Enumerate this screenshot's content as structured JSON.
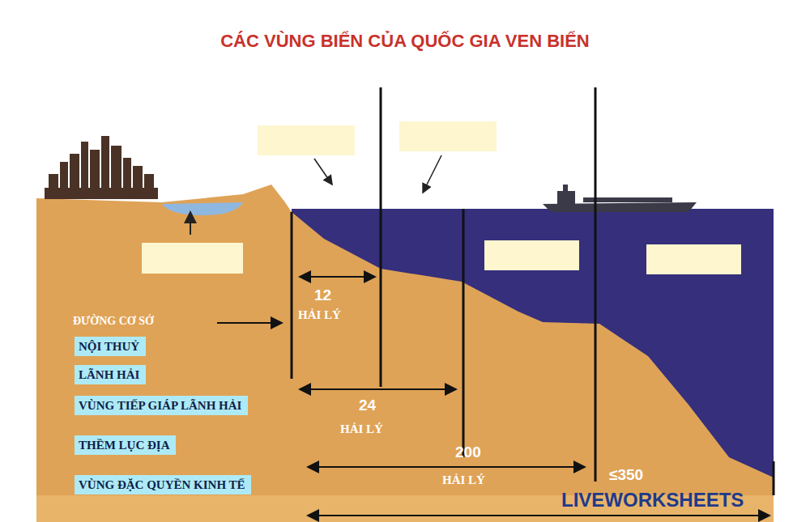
{
  "diagram": {
    "title": "CÁC VÙNG BIỂN CỦA QUỐC GIA VEN BIỂN",
    "nodes": [
      {
        "text": [
          "NỘI THUỶ"
        ]
      },
      {
        "text": [
          "LÃNH HẢI"
        ]
      },
      {
        "text": [
          "VÙNG TIẾP GIÁP LÃNH HẢI"
        ]
      },
      {
        "text": [
          "THỀM LỤC ĐỊA"
        ]
      },
      {
        "text": [
          "VÙNG ĐẶC QUYỀN KINH TẾ"
        ]
      }
    ],
    "labels": [
      "12",
      "HẢI LÝ",
      "ĐƯỜNG CƠ SỞ",
      "24",
      "HẢI LÝ",
      "200",
      "HẢI LÝ",
      "≤350",
      "LIVEWORKSHEETS"
    ]
  }
}
